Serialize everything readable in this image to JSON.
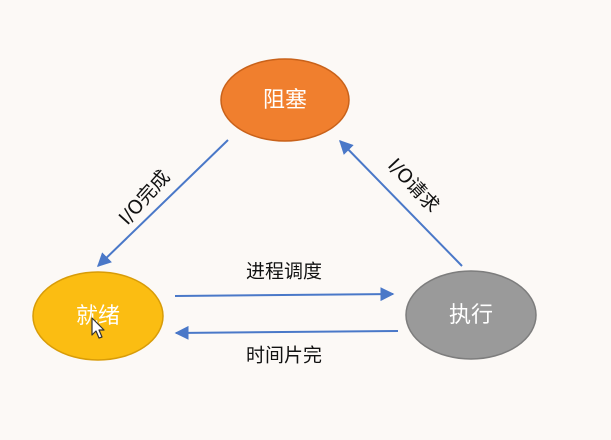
{
  "nodes": {
    "blocked": {
      "label": "阻塞",
      "fill": "#f07f2e",
      "stroke": "#c9621a"
    },
    "ready": {
      "label": "就绪",
      "fill": "#fbbd12",
      "stroke": "#d89c08"
    },
    "running": {
      "label": "执行",
      "fill": "#9a9a9a",
      "stroke": "#7d7d7d"
    }
  },
  "edges": {
    "io_complete": {
      "label": "I/O完成"
    },
    "io_request": {
      "label": "I/O请求"
    },
    "schedule": {
      "label": "进程调度"
    },
    "time_slice": {
      "label": "时间片完"
    }
  },
  "colors": {
    "arrow": "#4a78c8",
    "background": "#fcf9f6"
  }
}
